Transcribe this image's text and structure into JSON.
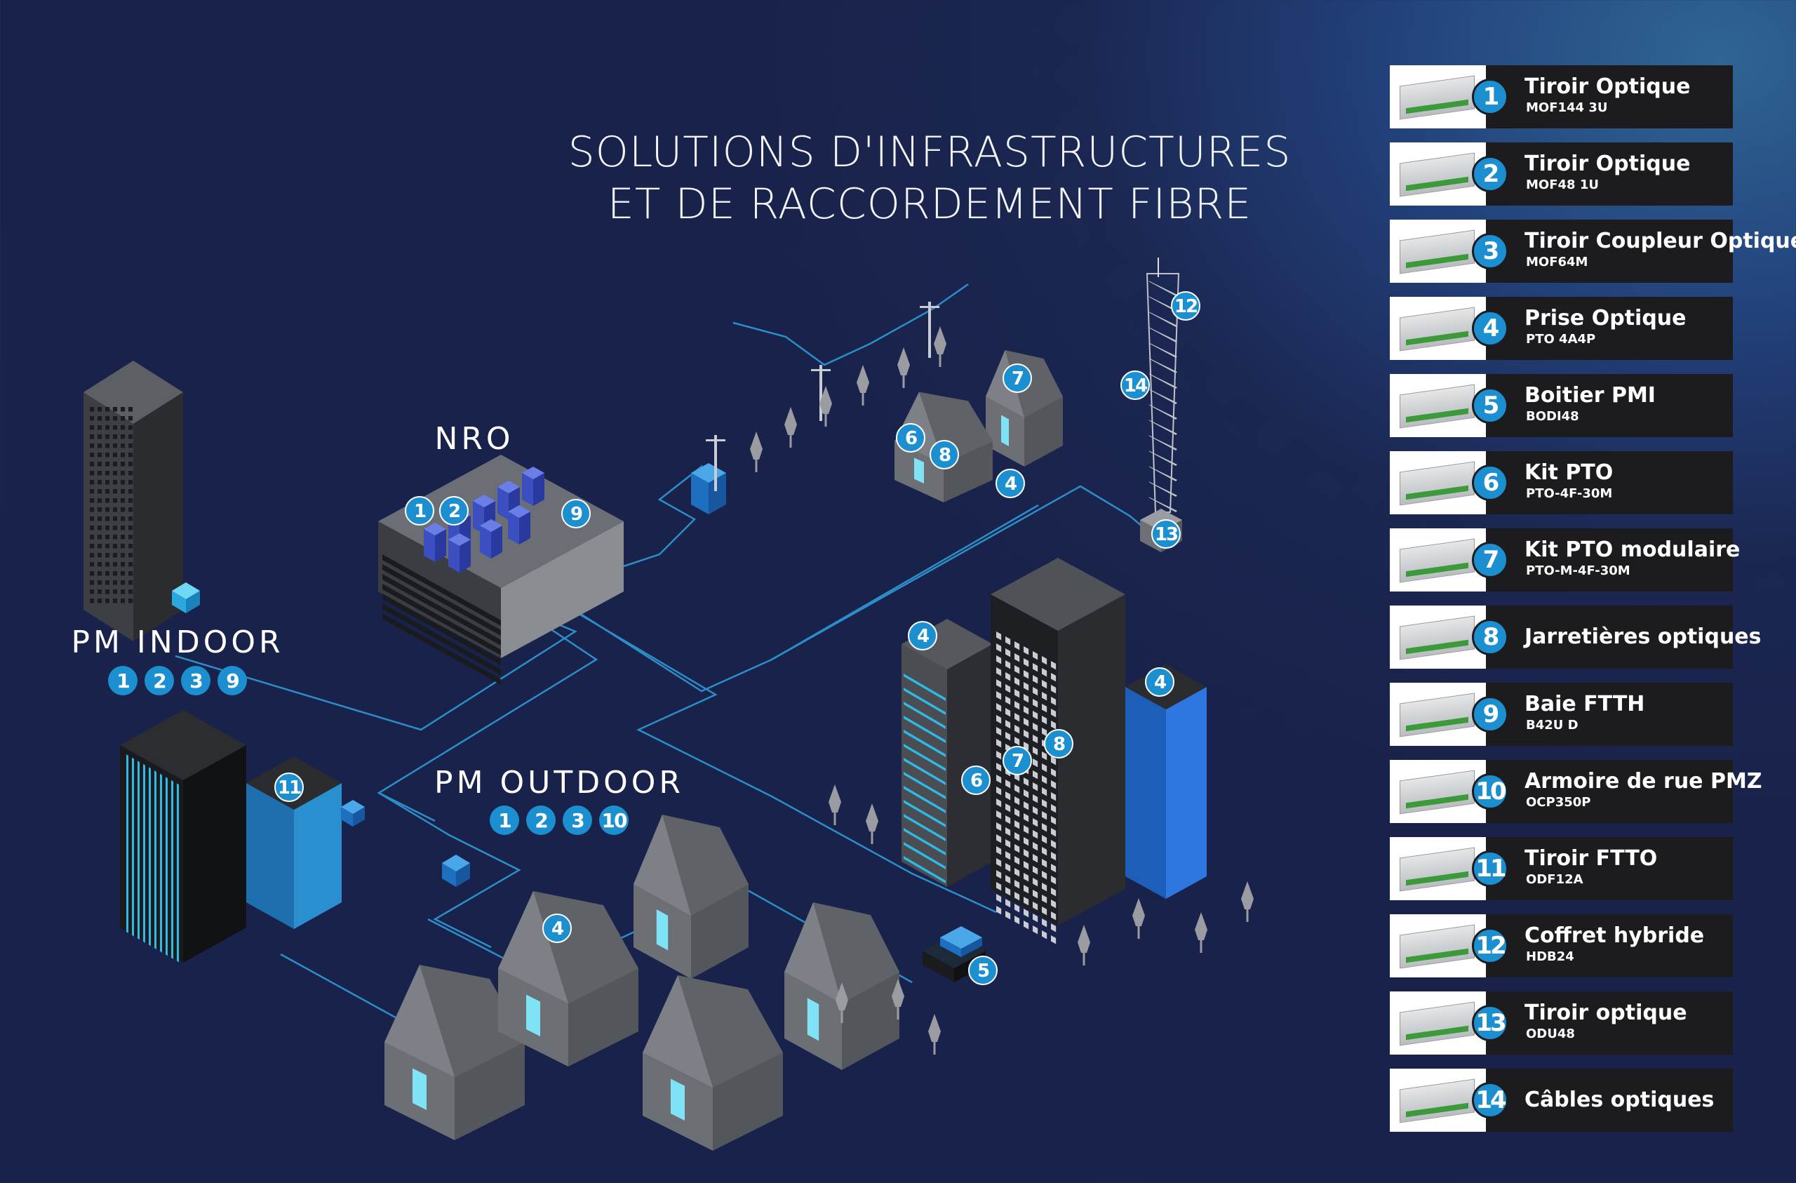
{
  "title": {
    "line1": "SOLUTIONS D'INFRASTRUCTURES",
    "line2": "ET DE RACCORDEMENT FIBRE"
  },
  "zones": {
    "nro": {
      "label": "NRO"
    },
    "pm_indoor": {
      "label": "PM INDOOR",
      "badges": [
        "1",
        "2",
        "3",
        "9"
      ]
    },
    "pm_outdoor": {
      "label": "PM OUTDOOR",
      "badges": [
        "1",
        "2",
        "3",
        "10"
      ]
    }
  },
  "scene_badges": [
    "1",
    "2",
    "9",
    "7",
    "6",
    "8",
    "4",
    "12",
    "14",
    "13",
    "4",
    "4",
    "8",
    "7",
    "6",
    "11",
    "4",
    "5"
  ],
  "colors": {
    "accent": "#1c8fd0",
    "fiber": "#2f9ad6",
    "panel": "#1c1c1e"
  },
  "legend": [
    {
      "num": "1",
      "name": "Tiroir Optique",
      "code": "MOF144 3U"
    },
    {
      "num": "2",
      "name": "Tiroir Optique",
      "code": "MOF48 1U"
    },
    {
      "num": "3",
      "name": "Tiroir Coupleur Optique",
      "code": "MOF64M"
    },
    {
      "num": "4",
      "name": "Prise Optique",
      "code": "PTO 4A4P"
    },
    {
      "num": "5",
      "name": "Boitier PMI",
      "code": "BODI48"
    },
    {
      "num": "6",
      "name": "Kit PTO",
      "code": "PTO-4F-30M"
    },
    {
      "num": "7",
      "name": "Kit PTO modulaire",
      "code": "PTO-M-4F-30M"
    },
    {
      "num": "8",
      "name": "Jarretières optiques",
      "code": ""
    },
    {
      "num": "9",
      "name": "Baie FTTH",
      "code": "B42U D"
    },
    {
      "num": "10",
      "name": "Armoire de rue PMZ",
      "code": "OCP350P"
    },
    {
      "num": "11",
      "name": "Tiroir FTTO",
      "code": "ODF12A"
    },
    {
      "num": "12",
      "name": "Coffret hybride",
      "code": "HDB24"
    },
    {
      "num": "13",
      "name": "Tiroir optique",
      "code": "ODU48"
    },
    {
      "num": "14",
      "name": "Câbles optiques",
      "code": ""
    }
  ]
}
